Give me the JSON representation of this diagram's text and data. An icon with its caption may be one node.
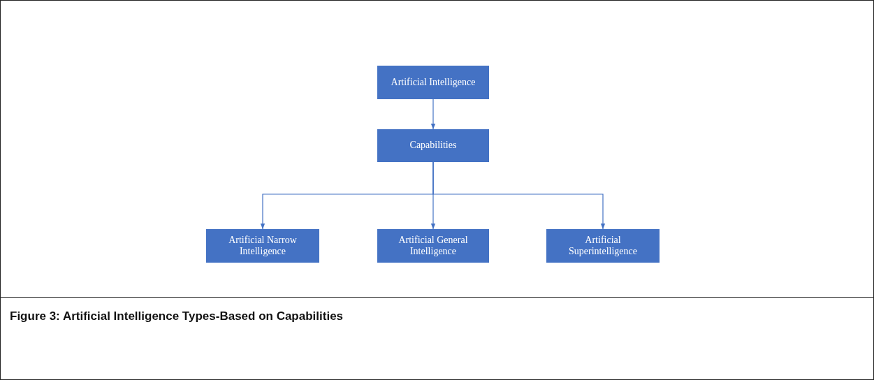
{
  "diagram": {
    "caption": "Figure 3: Artificial Intelligence Types-Based on Capabilities",
    "nodes": [
      {
        "text": [
          "Artificial Intelligence"
        ]
      },
      {
        "text": [
          "Capabilities"
        ]
      },
      {
        "text": [
          "Artificial Narrow Intelligence"
        ]
      },
      {
        "text": [
          "Artificial General Intelligence"
        ]
      },
      {
        "text": [
          "Artificial Superintelligence"
        ]
      }
    ],
    "edges": [
      {
        "from": 0,
        "to": 1,
        "arrow": "to"
      },
      {
        "from": 1,
        "to": 2,
        "arrow": "to"
      },
      {
        "from": 1,
        "to": 3,
        "arrow": "to"
      },
      {
        "from": 1,
        "to": 4,
        "arrow": "to"
      }
    ]
  }
}
